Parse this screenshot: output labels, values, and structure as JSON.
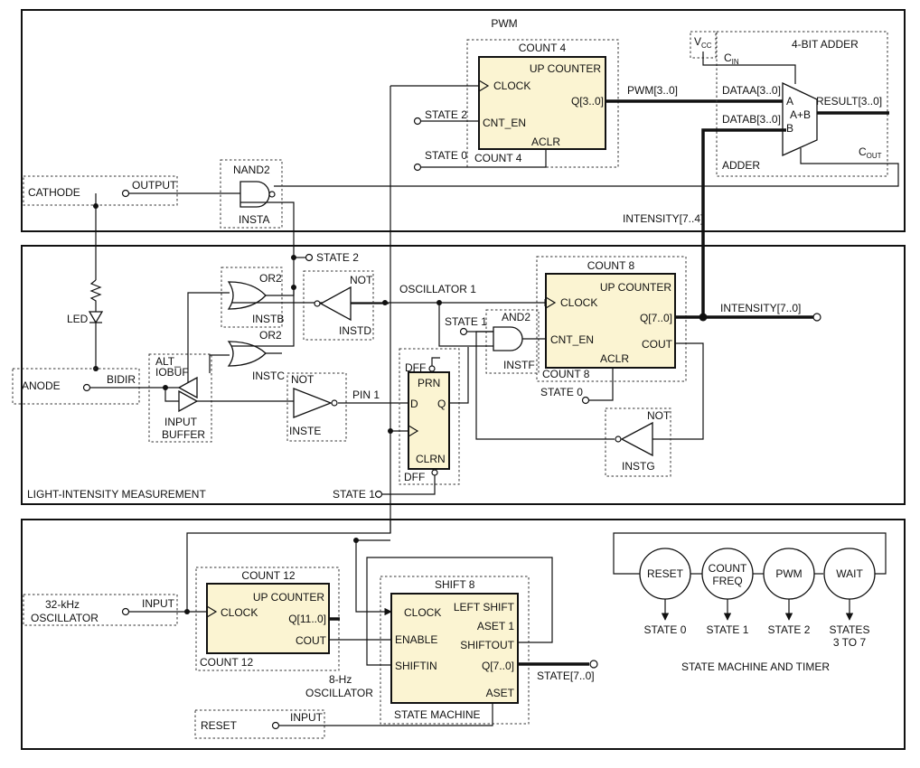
{
  "sections": {
    "pwm": "PWM",
    "light": "LIGHT-INTENSITY MEASUREMENT",
    "state_machine_timer": "STATE MACHINE AND TIMER"
  },
  "count4": {
    "title": "COUNT 4",
    "type": "UP COUNTER",
    "clock": "CLOCK",
    "q": "Q[3..0]",
    "cnt_en": "CNT_EN",
    "aclr": "ACLR",
    "name": "COUNT 4"
  },
  "adder": {
    "title": "4-BIT ADDER",
    "vcc": "V",
    "vcc_sub": "CC",
    "cin": "C",
    "cin_sub": "IN",
    "dataa": "DATAA[3..0]",
    "datab": "DATAB[3..0]",
    "a": "A",
    "b": "B",
    "op": "A+B",
    "result": "RESULT[3..0]",
    "cout": "C",
    "cout_sub": "OUT",
    "name": "ADDER"
  },
  "signals": {
    "pwm_bus": "PWM[3..0]",
    "state2a": "STATE 2",
    "state0a": "STATE 0",
    "intensity74": "INTENSITY[7..4]",
    "state2b": "STATE 2",
    "oscillator1": "OSCILLATOR 1",
    "state1a": "STATE 1",
    "intensity70": "INTENSITY[7..0]",
    "state0b": "STATE 0",
    "pin1": "PIN 1",
    "state1b": "STATE 1",
    "osc8hz_1": "8-Hz",
    "osc8hz_2": "OSCILLATOR",
    "state70": "STATE[7..0]"
  },
  "cathode": {
    "label": "CATHODE",
    "pin": "OUTPUT"
  },
  "nand2": {
    "title": "NAND2",
    "name": "INSTA"
  },
  "led": {
    "label": "LED"
  },
  "or2b": {
    "title": "OR2",
    "name": "INSTB"
  },
  "or2c": {
    "title": "OR2",
    "name": "INSTC"
  },
  "notd": {
    "title": "NOT",
    "name": "INSTD"
  },
  "note": {
    "title": "NOT",
    "name": "INSTE"
  },
  "notg": {
    "title": "NOT",
    "name": "INSTG"
  },
  "and2": {
    "title": "AND2",
    "name": "INSTF"
  },
  "anode": {
    "label": "ANODE",
    "pin": "BIDIR"
  },
  "altiobuf": {
    "l1": "ALT_",
    "l2": "IOBUF",
    "in1": "INPUT",
    "in2": "BUFFER"
  },
  "dff": {
    "top": "DFF",
    "prn": "PRN",
    "d": "D",
    "q": "Q",
    "clrn": "CLRN",
    "bottom": "DFF"
  },
  "count8": {
    "title": "COUNT 8",
    "type": "UP COUNTER",
    "clock": "CLOCK",
    "q": "Q[7..0]",
    "cnt_en": "CNT_EN",
    "cout": "COUT",
    "aclr": "ACLR",
    "name": "COUNT 8"
  },
  "osc32": {
    "l1": "32-kHz",
    "l2": "OSCILLATOR",
    "pin": "INPUT"
  },
  "count12": {
    "title": "COUNT 12",
    "type": "UP COUNTER",
    "clock": "CLOCK",
    "q": "Q[11..0]",
    "cout": "COUT",
    "name": "COUNT 12"
  },
  "shift8": {
    "title": "SHIFT 8",
    "clock": "CLOCK",
    "left_shift": "LEFT SHIFT",
    "aset1": "ASET 1",
    "enable": "ENABLE",
    "shiftout": "SHIFTOUT",
    "shiftin": "SHIFTIN",
    "q": "Q[7..0]",
    "aset": "ASET",
    "name": "STATE MACHINE"
  },
  "reset_in": {
    "label": "RESET",
    "pin": "INPUT"
  },
  "states": [
    {
      "l1": "RESET",
      "l2": "",
      "out1": "STATE 0",
      "out2": ""
    },
    {
      "l1": "COUNT",
      "l2": "FREQ",
      "out1": "STATE 1",
      "out2": ""
    },
    {
      "l1": "PWM",
      "l2": "",
      "out1": "STATE 2",
      "out2": ""
    },
    {
      "l1": "WAIT",
      "l2": "",
      "out1": "STATES",
      "out2": "3 TO 7"
    }
  ]
}
